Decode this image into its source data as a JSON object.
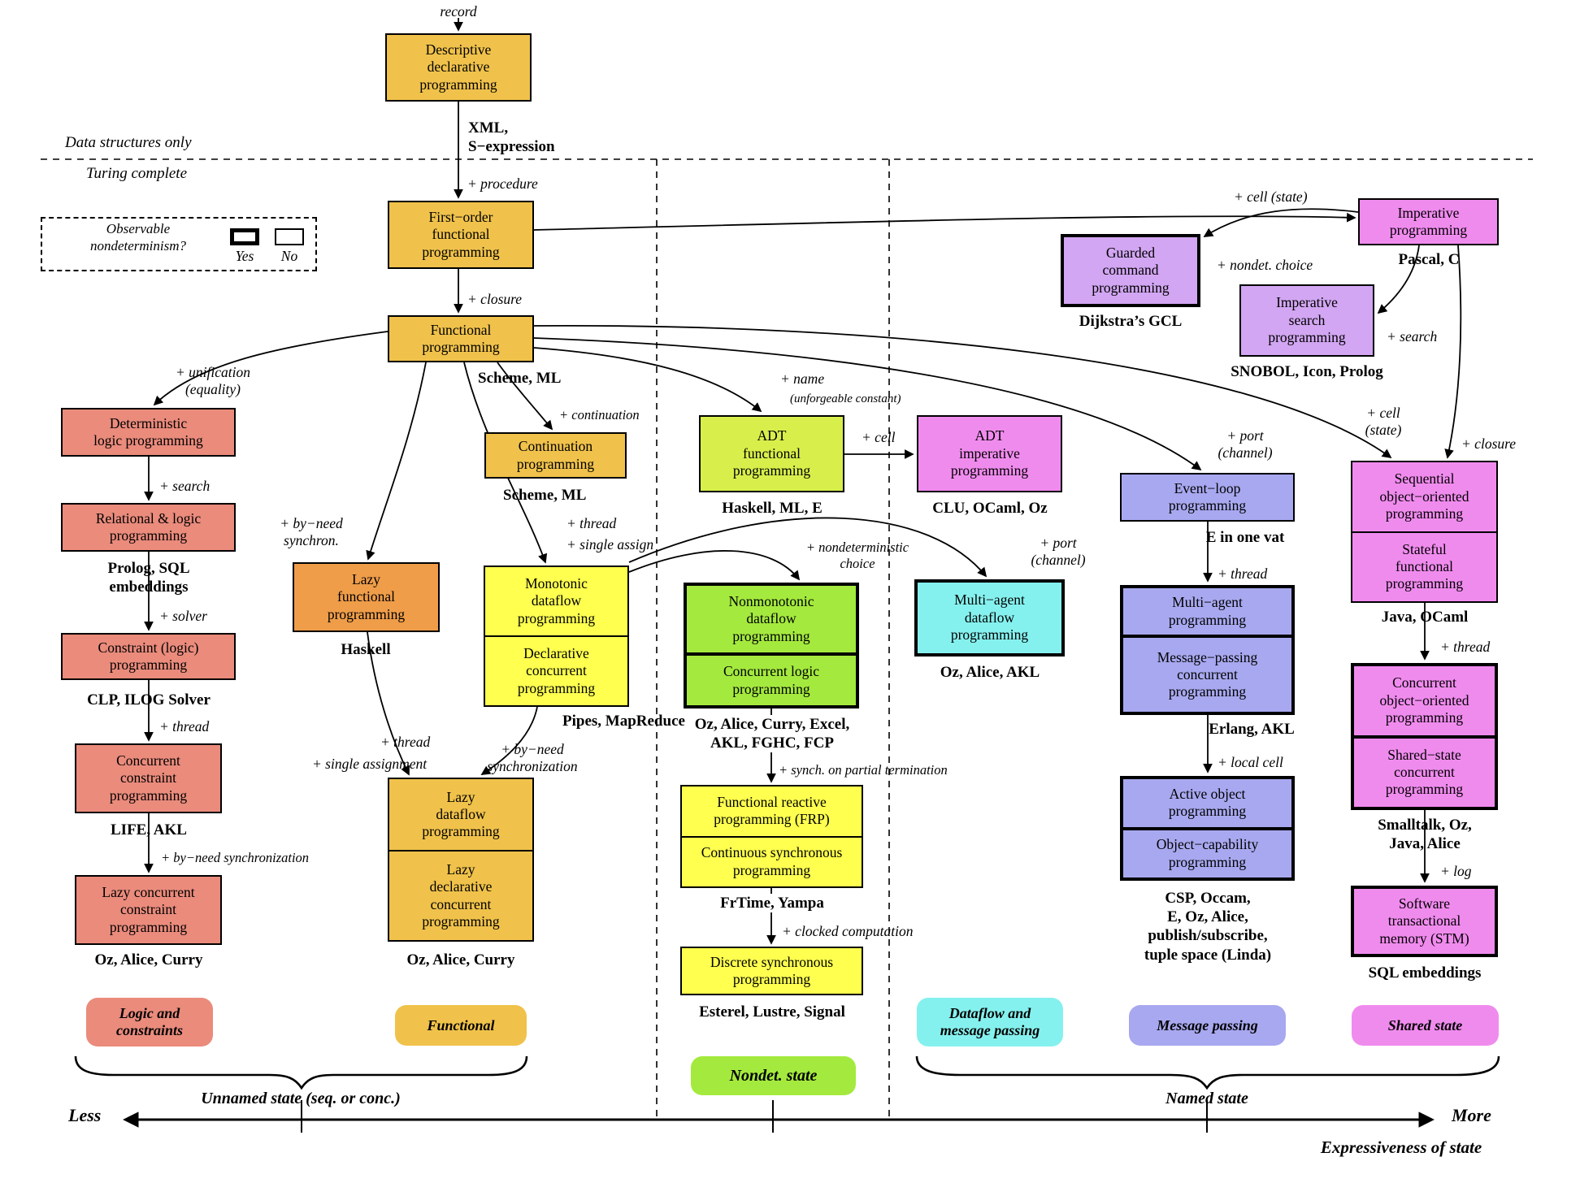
{
  "palette": {
    "gold": "#f0c24b",
    "orange": "#ef9d49",
    "salmon": "#ea8b7c",
    "yellow": "#feff4f",
    "yellow_green": "#d8ef4b",
    "green": "#a4ea3e",
    "cyan": "#85f1ee",
    "magenta": "#f08bee",
    "lavender": "#d2a6f2",
    "periwinkle": "#a8a8f0"
  },
  "headings": {
    "record": "record",
    "data_structures_only": "Data structures only",
    "turing_complete": "Turing complete"
  },
  "legend": {
    "question": "Observable\nnondeterminism?",
    "yes": "Yes",
    "no": "No"
  },
  "boxes": {
    "descriptive": {
      "label": "Descriptive\ndeclarative\nprogramming",
      "caption": "XML,\nS−expression"
    },
    "first_order": {
      "label": "First−order\nfunctional\nprogramming"
    },
    "functional": {
      "label": "Functional\nprogramming",
      "caption": "Scheme, ML"
    },
    "continuation": {
      "label": "Continuation\nprogramming",
      "caption": "Scheme, ML"
    },
    "det_logic": {
      "label": "Deterministic\nlogic programming"
    },
    "rel_logic": {
      "label": "Relational & logic\nprogramming",
      "caption": "Prolog, SQL\nembeddings"
    },
    "constraint": {
      "label": "Constraint (logic)\nprogramming",
      "caption": "CLP, ILOG Solver"
    },
    "conc_constraint": {
      "label": "Concurrent\nconstraint\nprogramming",
      "caption": "LIFE, AKL"
    },
    "lazy_conc_constraint": {
      "label": "Lazy concurrent\nconstraint\nprogramming",
      "caption": "Oz, Alice, Curry"
    },
    "lazy_functional": {
      "label": "Lazy\nfunctional\nprogramming",
      "caption": "Haskell"
    },
    "monotonic": {
      "label": "Monotonic\ndataflow\nprogramming",
      "label2": "Declarative\nconcurrent\nprogramming",
      "caption": "Pipes, MapReduce"
    },
    "lazy_dataflow": {
      "label": "Lazy\ndataflow\nprogramming",
      "label2": "Lazy\ndeclarative\nconcurrent\nprogramming",
      "caption": "Oz, Alice, Curry"
    },
    "adt_functional": {
      "label": "ADT\nfunctional\nprogramming",
      "caption": "Haskell, ML, E"
    },
    "adt_imperative": {
      "label": "ADT\nimperative\nprogramming",
      "caption": "CLU, OCaml, Oz"
    },
    "nonmonotonic": {
      "label": "Nonmonotonic\ndataflow\nprogramming",
      "label2": "Concurrent logic\nprogramming",
      "caption": "Oz, Alice, Curry, Excel,\nAKL, FGHC, FCP"
    },
    "multiagent_df": {
      "label": "Multi−agent\ndataflow\nprogramming",
      "caption": "Oz, Alice, AKL"
    },
    "frp": {
      "label": "Functional reactive\nprogramming (FRP)",
      "label2": "Continuous synchronous\nprogramming",
      "caption": "FrTime, Yampa"
    },
    "discrete_sync": {
      "label": "Discrete synchronous\nprogramming",
      "caption": "Esterel, Lustre, Signal"
    },
    "guarded": {
      "label": "Guarded\ncommand\nprogramming",
      "caption": "Dijkstra’s GCL"
    },
    "imp_search": {
      "label": "Imperative\nsearch\nprogramming",
      "caption": "SNOBOL, Icon, Prolog"
    },
    "imperative": {
      "label": "Imperative\nprogramming",
      "caption": "Pascal, C"
    },
    "event_loop": {
      "label": "Event−loop\nprogramming",
      "caption": "E in one vat"
    },
    "multiagent_mp": {
      "label": "Multi−agent\nprogramming",
      "label2": "Message−passing\nconcurrent\nprogramming",
      "caption": "Erlang, AKL"
    },
    "active_object": {
      "label": "Active object\nprogramming",
      "label2": "Object−capability\nprogramming",
      "caption": "CSP, Occam,\nE, Oz, Alice,\npublish/subscribe,\ntuple space (Linda)"
    },
    "seq_oo": {
      "label": "Sequential\nobject−oriented\nprogramming",
      "label2": "Stateful\nfunctional\nprogramming",
      "caption": "Java, OCaml"
    },
    "conc_oo": {
      "label": "Concurrent\nobject−oriented\nprogramming",
      "label2": "Shared−state\nconcurrent\nprogramming",
      "caption": "Smalltalk, Oz,\nJava, Alice"
    },
    "stm": {
      "label": "Software\ntransactional\nmemory (STM)",
      "caption": "SQL embeddings"
    }
  },
  "edge_labels": {
    "procedure": "+ procedure",
    "closure": "+ closure",
    "continuation": "+ continuation",
    "unification": "+ unification\n(equality)",
    "search_logic": "+ search",
    "solver": "+ solver",
    "thread_logic": "+ thread",
    "byneed_logic": "+ by−need synchronization",
    "byneed_lazy": "+ by−need\nsynchron.",
    "thread_df": "+ thread",
    "single_assign": "+ single assign",
    "name": "+ name",
    "unforgeable": "(unforgeable constant)",
    "cell_adt": "+ cell",
    "nondet_choice_df": "+ nondeterministic\nchoice",
    "port_df": "+ port\n(channel)",
    "synch_partial": "+ synch. on partial termination",
    "clocked": "+ clocked computation",
    "thread_lazy": "+ thread",
    "single_assignment": "+ single assignment",
    "byneed_dataflow": "+ by−need\nsynchronization",
    "cell_state": "+ cell (state)",
    "nondet_choice": "+ nondet. choice",
    "search_imp": "+ search",
    "port_channel": "+ port\n(channel)",
    "thread_mp": "+ thread",
    "local_cell": "+ local cell",
    "cell_state_oo": "+ cell\n(state)",
    "closure_oo": "+ closure",
    "thread_oo": "+ thread",
    "log": "+ log"
  },
  "badges": {
    "logic": "Logic and\nconstraints",
    "functional": "Functional",
    "nondet": "Nondet. state",
    "dataflow": "Dataflow and\nmessage passing",
    "message": "Message passing",
    "shared": "Shared state"
  },
  "footer": {
    "unnamed": "Unnamed state (seq. or conc.)",
    "named": "Named state",
    "less": "Less",
    "more": "More",
    "expressiveness": "Expressiveness of state"
  }
}
